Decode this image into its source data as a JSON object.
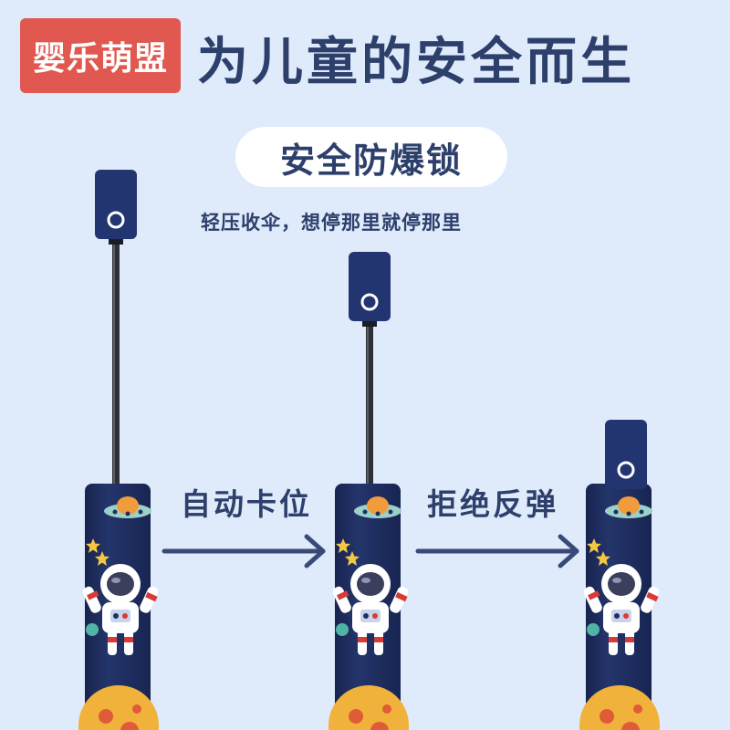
{
  "brand": {
    "label": "婴乐萌盟",
    "color": "#e0584f"
  },
  "headline": "为儿童的安全而生",
  "feature": {
    "title": "安全防爆锁",
    "caption": "轻压收伞，想停那里就停那里"
  },
  "steps": [
    {
      "label": "自动卡位"
    },
    {
      "label": "拒绝反弹"
    }
  ],
  "umbrellas": [
    {
      "name": "extended-umbrella",
      "icons": [
        "ufo-icon",
        "astronaut-icon",
        "planet-icon",
        "star-icon"
      ]
    },
    {
      "name": "half-retracted-umbrella",
      "icons": [
        "ufo-icon",
        "astronaut-icon",
        "planet-icon",
        "star-icon"
      ]
    },
    {
      "name": "fully-retracted-umbrella",
      "icons": [
        "ufo-icon",
        "astronaut-icon",
        "planet-icon",
        "star-icon"
      ]
    }
  ],
  "colors": {
    "background": "#dfeafb",
    "text": "#2d3f6b",
    "umbrella_navy": "#1f2f63",
    "arrow": "#3a4a78"
  }
}
